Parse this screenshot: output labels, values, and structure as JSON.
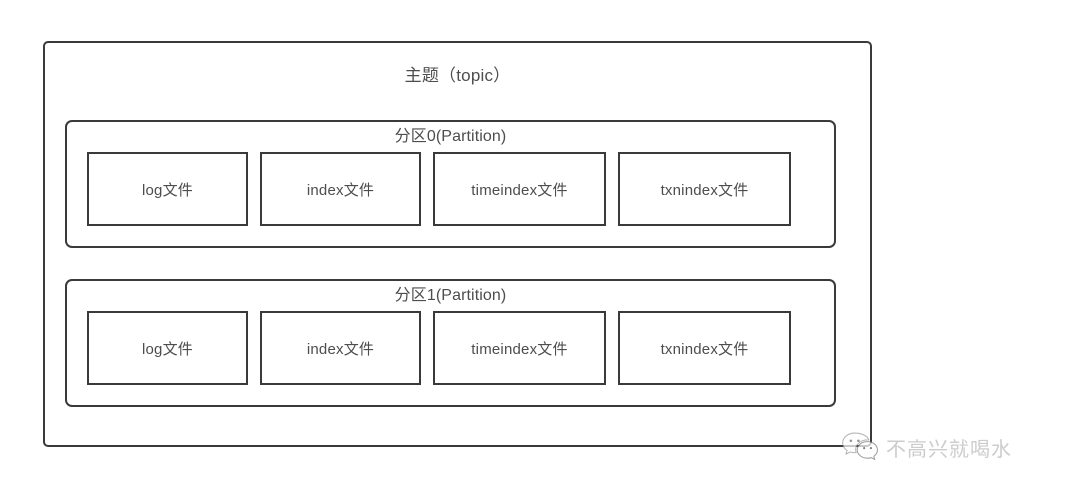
{
  "diagram": {
    "topic": {
      "title": "主题（topic）",
      "partitions": [
        {
          "label": "分区0(Partition)",
          "files": [
            {
              "label": "log文件"
            },
            {
              "label": "index文件"
            },
            {
              "label": "timeindex文件"
            },
            {
              "label": "txnindex文件"
            }
          ]
        },
        {
          "label": "分区1(Partition)",
          "files": [
            {
              "label": "log文件"
            },
            {
              "label": "index文件"
            },
            {
              "label": "timeindex文件"
            },
            {
              "label": "txnindex文件"
            }
          ]
        }
      ]
    }
  },
  "watermark": {
    "icon": "wechat-icon",
    "text": "不高兴就喝水"
  },
  "colors": {
    "border": "#3a3a3a",
    "text": "#4d4d4d",
    "background": "#ffffff",
    "watermark_text": "#b9b9b9"
  }
}
